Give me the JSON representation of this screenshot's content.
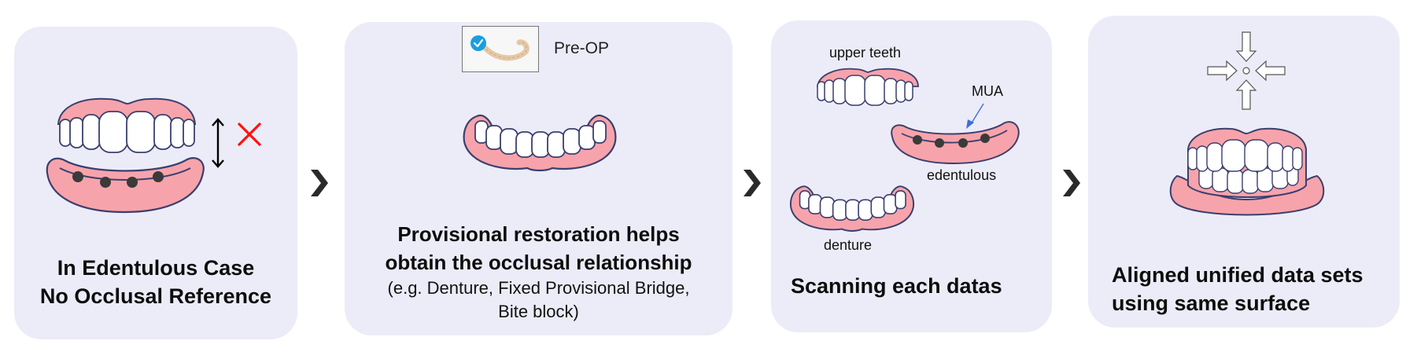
{
  "colors": {
    "card_bg": "#ECECF8",
    "gum": "#F7A3AB",
    "outline": "#3A3F6E",
    "tooth": "#FFFFFF",
    "mua_dot": "#3A3A3A",
    "red_x": "#FF1010",
    "chevron": "#2A2A2A",
    "check_badge": "#1A9EE0",
    "mua_arrow": "#3E6FD8"
  },
  "steps": [
    {
      "title_lines": [
        "In Edentulous Case",
        "No Occlusal Reference"
      ],
      "icons": [
        "upper-denture-icon",
        "edentulous-arch-icon",
        "vertical-double-arrow-icon",
        "red-x-icon"
      ]
    },
    {
      "thumbnail_label": "Pre-OP",
      "title_lines": [
        "Provisional restoration helps",
        "obtain the occlusal relationship"
      ],
      "subtitle_lines": [
        "(e.g. Denture, Fixed Provisional Bridge,",
        "Bite block)"
      ],
      "icons": [
        "check-badge-icon",
        "lower-denture-icon"
      ]
    },
    {
      "labels": {
        "upper": "upper teeth",
        "mua": "MUA",
        "edentulous": "edentulous",
        "denture": "denture"
      },
      "title_lines": [
        "Scanning each datas"
      ]
    },
    {
      "title_lines": [
        "Aligned unified data sets",
        "using same surface"
      ],
      "icons": [
        "align-arrows-icon",
        "occluded-dentures-icon"
      ]
    }
  ],
  "connector": "chevron-right"
}
